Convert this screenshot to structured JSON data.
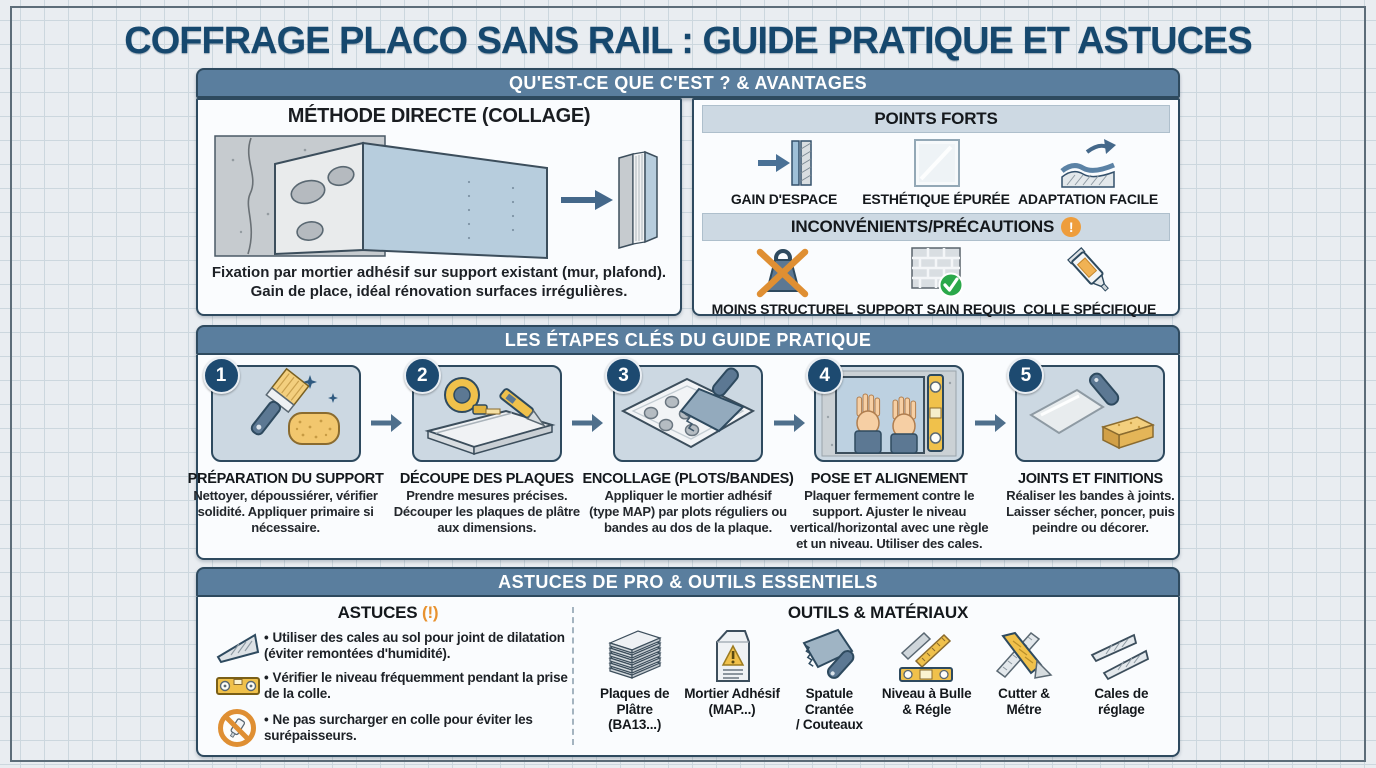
{
  "page": {
    "title": "COFFRAGE PLACO SANS RAIL : GUIDE PRATIQUE ET ASTUCES"
  },
  "colors": {
    "header_bar": "#5a7e9e",
    "title_text": "#16486e",
    "panel_border": "#2e4a5f",
    "subheader_bg": "#cdd9e3",
    "step_box_bg": "#ccd8e2",
    "badge_bg": "#1d4a70",
    "warning_orange": "#ee9d3c",
    "check_green": "#2aa84a",
    "tool_yellow": "#f0c14b"
  },
  "section_avantages": {
    "header": "QU'EST-CE QUE C'EST ? & AVANTAGES",
    "methode": {
      "title": "MÉTHODE DIRECTE (COLLAGE)",
      "caption_line1": "Fixation par mortier adhésif sur support existant (mur, plafond).",
      "caption_line2": "Gain de place, idéal rénovation surfaces irrégulières."
    },
    "points_forts": {
      "title": "POINTS FORTS",
      "items": [
        {
          "icon": "space-gain-icon",
          "label": "GAIN D'ESPACE"
        },
        {
          "icon": "clean-panel-icon",
          "label": "ESTHÉTIQUE ÉPURÉE"
        },
        {
          "icon": "wavy-surface-icon",
          "label": "ADAPTATION FACILE"
        }
      ]
    },
    "inconvenients": {
      "title": "INCONVÉNIENTS/PRÉCAUTIONS",
      "warning_mark": "!",
      "items": [
        {
          "icon": "crossed-weight-icon",
          "label": "MOINS STRUCTUREL"
        },
        {
          "icon": "sound-wall-check-icon",
          "label": "SUPPORT SAIN REQUIS"
        },
        {
          "icon": "glue-tube-icon",
          "label": "COLLE SPÉCIFIQUE"
        }
      ]
    }
  },
  "section_etapes": {
    "header": "LES ÉTAPES CLÉS DU GUIDE PRATIQUE",
    "steps": [
      {
        "number": "1",
        "icon": "brush-sponge-icon",
        "title": "PRÉPARATION DU SUPPORT",
        "description": "Nettoyer, dépoussiérer, vérifier solidité. Appliquer primaire si nécessaire."
      },
      {
        "number": "2",
        "icon": "tape-measure-cutter-icon",
        "title": "DÉCOUPE DES PLAQUES",
        "description": "Prendre mesures précises. Découper les plaques de plâtre aux dimensions."
      },
      {
        "number": "3",
        "icon": "adhesive-dabs-trowel-icon",
        "title": "ENCOLLAGE (PLOTS/BANDES)",
        "description": "Appliquer le mortier adhésif (type MAP) par plots réguliers ou bandes au dos de la plaque."
      },
      {
        "number": "4",
        "icon": "hands-press-level-icon",
        "title": "POSE ET ALIGNEMENT",
        "description": "Plaquer fermement contre le support. Ajuster le niveau vertical/horizontal avec une règle et un niveau. Utiliser des cales."
      },
      {
        "number": "5",
        "icon": "trowel-sanding-block-icon",
        "title": "JOINTS ET FINITIONS",
        "description": "Réaliser les bandes à joints. Laisser sécher, poncer, puis peindre ou décorer."
      }
    ]
  },
  "section_astuces": {
    "header": "ASTUCES DE PRO & OUTILS ESSENTIELS",
    "astuces": {
      "title": "ASTUCES",
      "warning_suffix": "(!)",
      "bullet": "•",
      "items": [
        {
          "icon": "shim-wedge-icon",
          "text": "Utiliser des cales au sol pour joint de dilatation (éviter remontées d'humidité)."
        },
        {
          "icon": "spirit-level-icon",
          "text": "Vérifier le niveau fréquemment pendant la prise de la colle."
        },
        {
          "icon": "no-excess-glue-icon",
          "text": "Ne pas surcharger en colle pour éviter les surépaisseurs."
        }
      ]
    },
    "outils": {
      "title": "OUTILS & MATÉRIAUX",
      "items": [
        {
          "icon": "plaster-boards-stack-icon",
          "label": "Plaques de Plâtre\n(BA13...)"
        },
        {
          "icon": "mortar-bag-icon",
          "label": "Mortier Adhésif\n(MAP...)"
        },
        {
          "icon": "notched-trowel-icon",
          "label": "Spatule Crantée\n/ Couteaux"
        },
        {
          "icon": "bubble-level-ruler-icon",
          "label": "Niveau à Bulle\n& Régle"
        },
        {
          "icon": "cutter-tape-icon",
          "label": "Cutter &\nMétre"
        },
        {
          "icon": "adjust-wedges-icon",
          "label": "Cales de\nréglage"
        }
      ]
    }
  }
}
